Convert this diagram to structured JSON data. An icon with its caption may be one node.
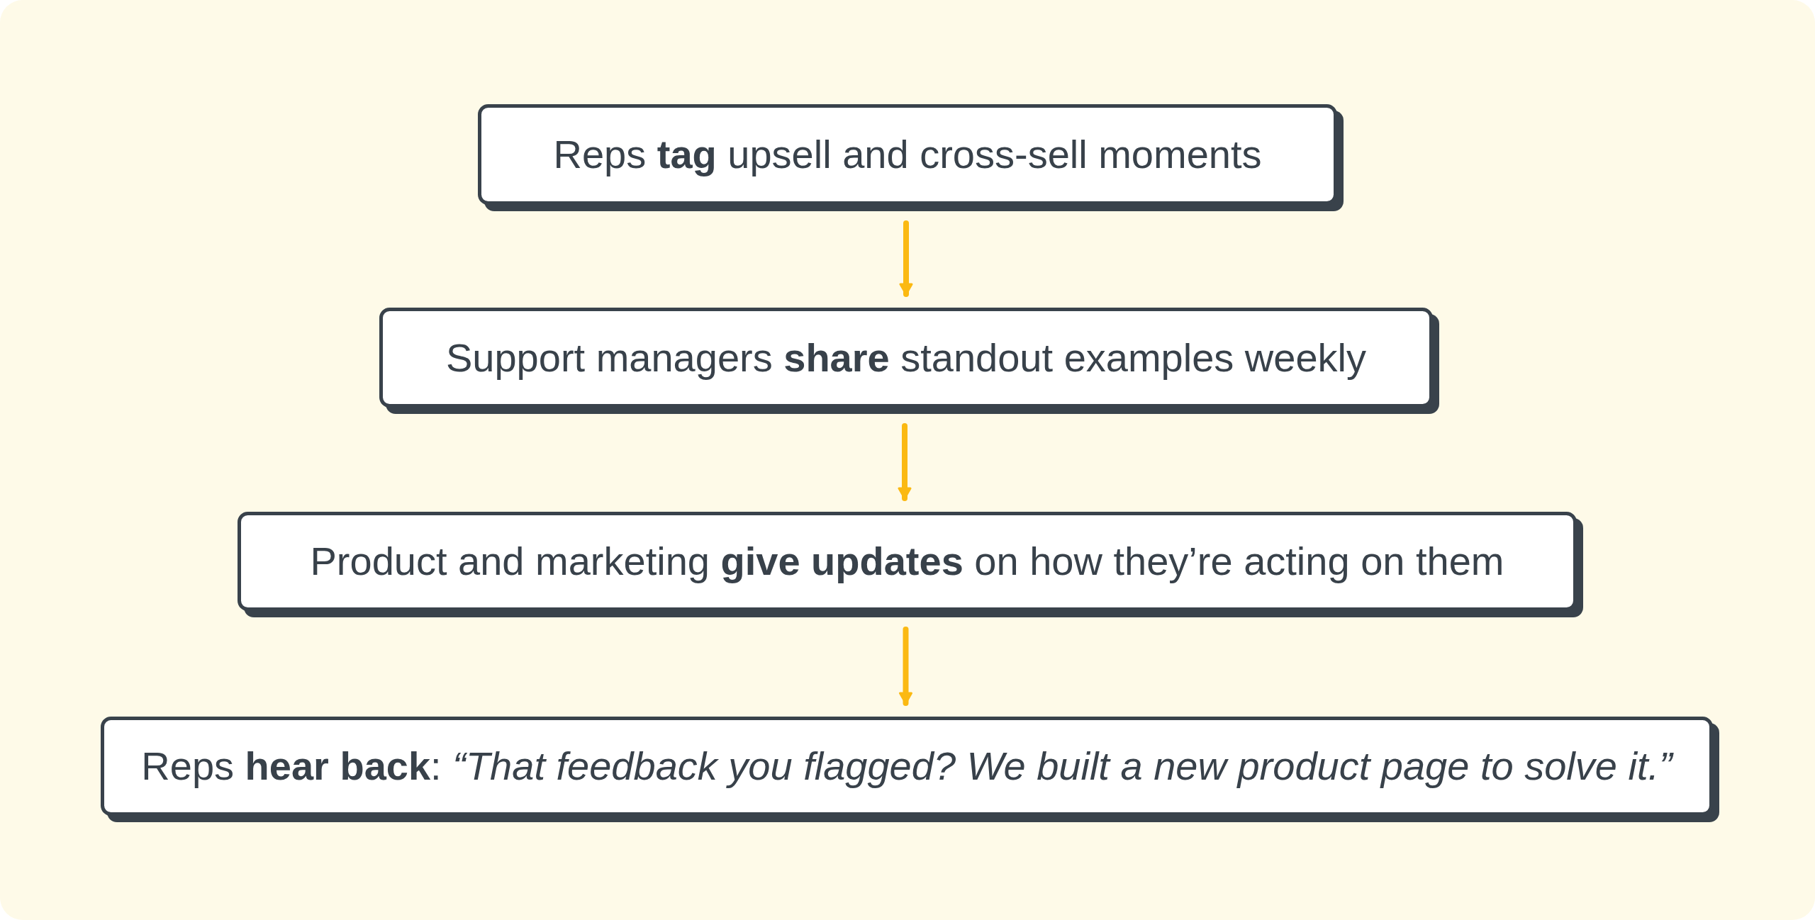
{
  "diagram": {
    "nodes": [
      {
        "text": [
          "Reps **tag** upsell and cross-sell moments"
        ]
      },
      {
        "text": [
          "Support managers **share** standout examples weekly"
        ]
      },
      {
        "text": [
          "Product and marketing **give updates** on how they’re acting on them"
        ]
      },
      {
        "text": [
          "Reps **hear back**: *“That feedback you flagged? We built a new product page to solve it.”*"
        ]
      }
    ],
    "edges": [
      {
        "from": 0,
        "to": 1,
        "arrow": "to"
      },
      {
        "from": 1,
        "to": 2,
        "arrow": "to"
      },
      {
        "from": 2,
        "to": 3,
        "arrow": "to"
      }
    ]
  }
}
